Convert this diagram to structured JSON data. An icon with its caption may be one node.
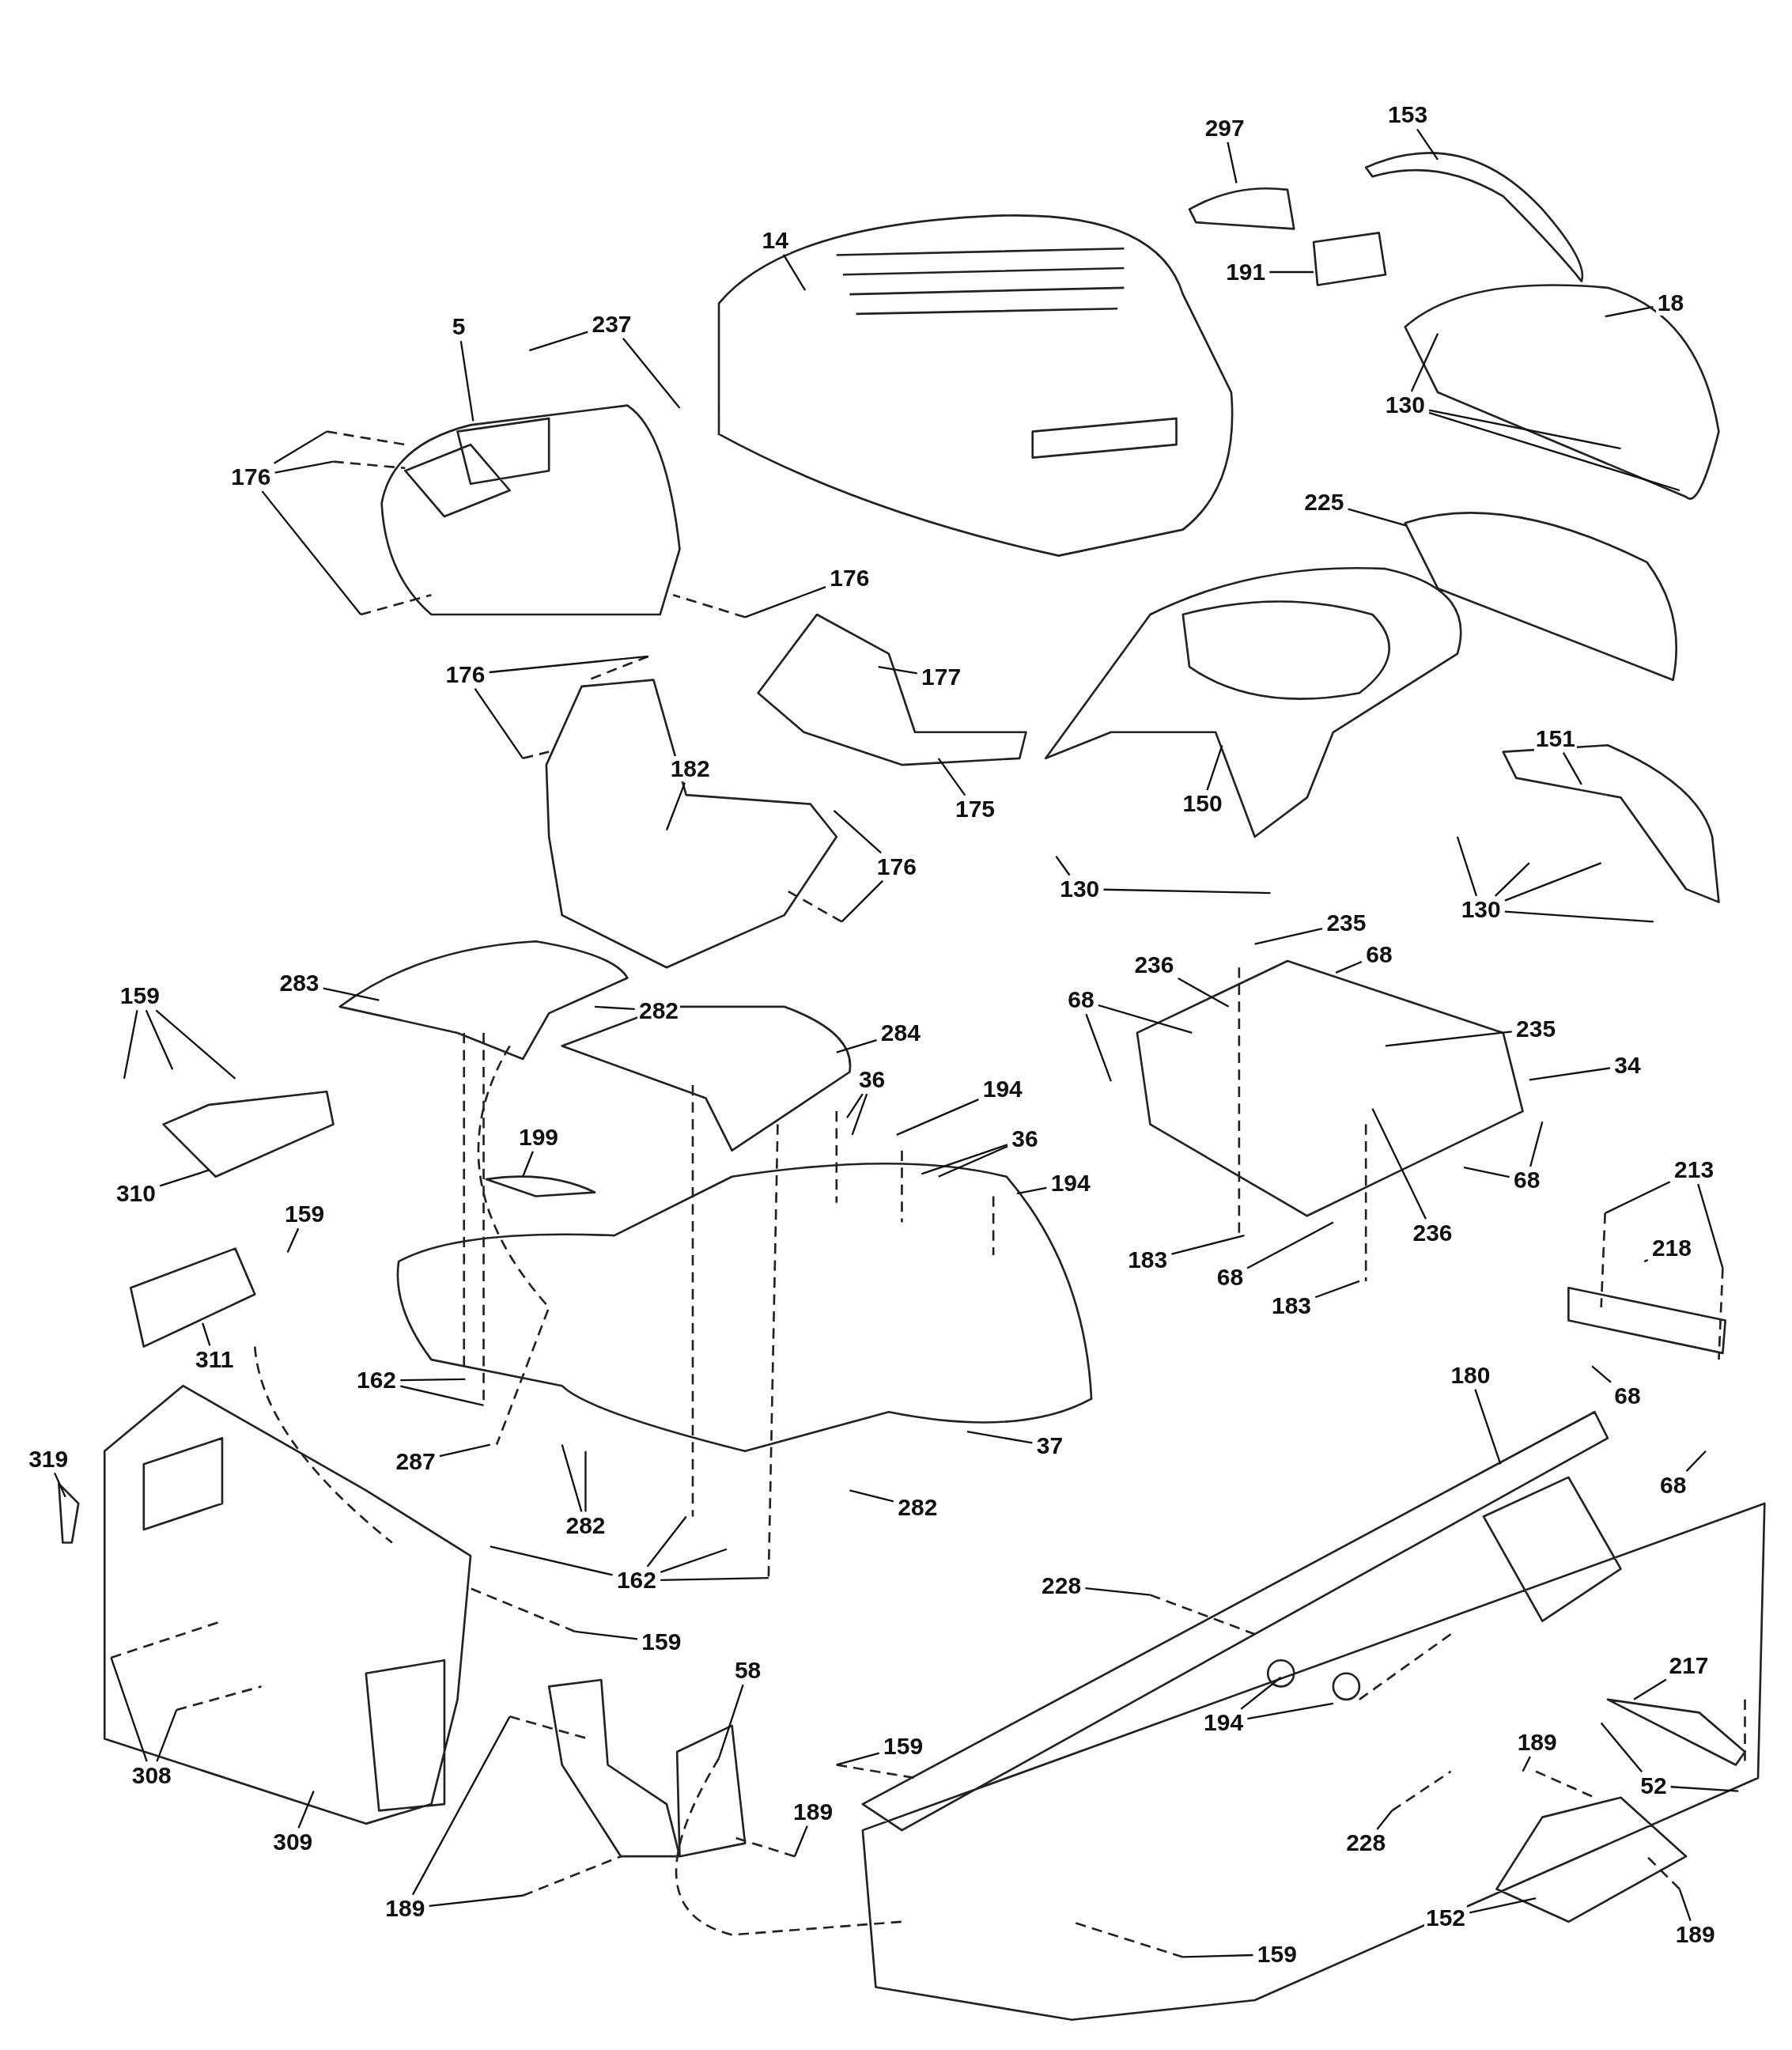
{
  "diagram": {
    "nodes": [
      {
        "text": [
          "153"
        ]
      },
      {
        "text": [
          "297"
        ]
      },
      {
        "text": [
          "14"
        ]
      },
      {
        "text": [
          "191"
        ]
      },
      {
        "text": [
          "18"
        ]
      },
      {
        "text": [
          "237"
        ]
      },
      {
        "text": [
          "5"
        ]
      },
      {
        "text": [
          "130"
        ]
      },
      {
        "text": [
          "176"
        ]
      },
      {
        "text": [
          "225"
        ]
      },
      {
        "text": [
          "176"
        ]
      },
      {
        "text": [
          "176"
        ]
      },
      {
        "text": [
          "177"
        ]
      },
      {
        "text": [
          "151"
        ]
      },
      {
        "text": [
          "182"
        ]
      },
      {
        "text": [
          "150"
        ]
      },
      {
        "text": [
          "175"
        ]
      },
      {
        "text": [
          "176"
        ]
      },
      {
        "text": [
          "130"
        ]
      },
      {
        "text": [
          "130"
        ]
      },
      {
        "text": [
          "235"
        ]
      },
      {
        "text": [
          "68"
        ]
      },
      {
        "text": [
          "236"
        ]
      },
      {
        "text": [
          "283"
        ]
      },
      {
        "text": [
          "159"
        ]
      },
      {
        "text": [
          "68"
        ]
      },
      {
        "text": [
          "282"
        ]
      },
      {
        "text": [
          "235"
        ]
      },
      {
        "text": [
          "284"
        ]
      },
      {
        "text": [
          "34"
        ]
      },
      {
        "text": [
          "36"
        ]
      },
      {
        "text": [
          "194"
        ]
      },
      {
        "text": [
          "199"
        ]
      },
      {
        "text": [
          "36"
        ]
      },
      {
        "text": [
          "213"
        ]
      },
      {
        "text": [
          "68"
        ]
      },
      {
        "text": [
          "194"
        ]
      },
      {
        "text": [
          "310"
        ]
      },
      {
        "text": [
          "159"
        ]
      },
      {
        "text": [
          "236"
        ]
      },
      {
        "text": [
          "218"
        ]
      },
      {
        "text": [
          "183"
        ]
      },
      {
        "text": [
          "68"
        ]
      },
      {
        "text": [
          "183"
        ]
      },
      {
        "text": [
          "311"
        ]
      },
      {
        "text": [
          "180"
        ]
      },
      {
        "text": [
          "162"
        ]
      },
      {
        "text": [
          "68"
        ]
      },
      {
        "text": [
          "37"
        ]
      },
      {
        "text": [
          "319"
        ]
      },
      {
        "text": [
          "287"
        ]
      },
      {
        "text": [
          "68"
        ]
      },
      {
        "text": [
          "282"
        ]
      },
      {
        "text": [
          "282"
        ]
      },
      {
        "text": [
          "162"
        ]
      },
      {
        "text": [
          "228"
        ]
      },
      {
        "text": [
          "159"
        ]
      },
      {
        "text": [
          "217"
        ]
      },
      {
        "text": [
          "58"
        ]
      },
      {
        "text": [
          "194"
        ]
      },
      {
        "text": [
          "189"
        ]
      },
      {
        "text": [
          "159"
        ]
      },
      {
        "text": [
          "308"
        ]
      },
      {
        "text": [
          "52"
        ]
      },
      {
        "text": [
          "189"
        ]
      },
      {
        "text": [
          "309"
        ]
      },
      {
        "text": [
          "228"
        ]
      },
      {
        "text": [
          "189"
        ]
      },
      {
        "text": [
          "152"
        ]
      },
      {
        "text": [
          "189"
        ]
      },
      {
        "text": [
          "159"
        ]
      }
    ],
    "edges": [
      {
        "from": 0,
        "to": null,
        "arrow": "none"
      },
      {
        "from": 1,
        "to": null,
        "arrow": "none"
      },
      {
        "from": 2,
        "to": null,
        "arrow": "none"
      },
      {
        "from": 3,
        "to": null,
        "arrow": "none"
      },
      {
        "from": 4,
        "to": null,
        "arrow": "none"
      },
      {
        "from": 5,
        "to": null,
        "arrow": "none"
      },
      {
        "from": 5,
        "to": null,
        "arrow": "none"
      },
      {
        "from": 6,
        "to": null,
        "arrow": "none"
      },
      {
        "from": 7,
        "to": null,
        "arrow": "none"
      },
      {
        "from": 7,
        "to": null,
        "arrow": "none"
      },
      {
        "from": 7,
        "to": null,
        "arrow": "none"
      },
      {
        "from": 8,
        "to": null,
        "arrow": "none"
      },
      {
        "from": 8,
        "to": null,
        "arrow": "none"
      },
      {
        "from": 8,
        "to": null,
        "arrow": "none"
      },
      {
        "from": 9,
        "to": null,
        "arrow": "none"
      },
      {
        "from": 10,
        "to": null,
        "arrow": "none"
      },
      {
        "from": 11,
        "to": null,
        "arrow": "none"
      },
      {
        "from": 11,
        "to": null,
        "arrow": "none"
      },
      {
        "from": 12,
        "to": null,
        "arrow": "none"
      },
      {
        "from": 13,
        "to": null,
        "arrow": "none"
      },
      {
        "from": 14,
        "to": null,
        "arrow": "none"
      },
      {
        "from": 15,
        "to": null,
        "arrow": "none"
      },
      {
        "from": 16,
        "to": null,
        "arrow": "none"
      },
      {
        "from": 17,
        "to": null,
        "arrow": "none"
      },
      {
        "from": 17,
        "to": null,
        "arrow": "none"
      },
      {
        "from": 18,
        "to": null,
        "arrow": "none"
      },
      {
        "from": 18,
        "to": null,
        "arrow": "none"
      },
      {
        "from": 19,
        "to": null,
        "arrow": "none"
      },
      {
        "from": 19,
        "to": null,
        "arrow": "none"
      },
      {
        "from": 19,
        "to": null,
        "arrow": "none"
      },
      {
        "from": 19,
        "to": null,
        "arrow": "none"
      },
      {
        "from": 20,
        "to": null,
        "arrow": "none"
      },
      {
        "from": 21,
        "to": null,
        "arrow": "none"
      },
      {
        "from": 22,
        "to": null,
        "arrow": "none"
      },
      {
        "from": 23,
        "to": null,
        "arrow": "none"
      },
      {
        "from": 24,
        "to": null,
        "arrow": "none"
      },
      {
        "from": 24,
        "to": null,
        "arrow": "none"
      },
      {
        "from": 24,
        "to": null,
        "arrow": "none"
      },
      {
        "from": 25,
        "to": null,
        "arrow": "none"
      },
      {
        "from": 25,
        "to": null,
        "arrow": "none"
      },
      {
        "from": 26,
        "to": null,
        "arrow": "none"
      },
      {
        "from": 27,
        "to": null,
        "arrow": "none"
      },
      {
        "from": 28,
        "to": null,
        "arrow": "none"
      },
      {
        "from": 29,
        "to": null,
        "arrow": "none"
      },
      {
        "from": 30,
        "to": null,
        "arrow": "none"
      },
      {
        "from": 30,
        "to": null,
        "arrow": "none"
      },
      {
        "from": 31,
        "to": null,
        "arrow": "none"
      },
      {
        "from": 32,
        "to": null,
        "arrow": "none"
      },
      {
        "from": 33,
        "to": null,
        "arrow": "none"
      },
      {
        "from": 33,
        "to": null,
        "arrow": "none"
      },
      {
        "from": 34,
        "to": null,
        "arrow": "none"
      },
      {
        "from": 34,
        "to": null,
        "arrow": "none"
      },
      {
        "from": 35,
        "to": null,
        "arrow": "none"
      },
      {
        "from": 35,
        "to": null,
        "arrow": "none"
      },
      {
        "from": 36,
        "to": null,
        "arrow": "none"
      },
      {
        "from": 37,
        "to": null,
        "arrow": "none"
      },
      {
        "from": 38,
        "to": null,
        "arrow": "none"
      },
      {
        "from": 39,
        "to": null,
        "arrow": "none"
      },
      {
        "from": 40,
        "to": null,
        "arrow": "none"
      },
      {
        "from": 41,
        "to": null,
        "arrow": "none"
      },
      {
        "from": 42,
        "to": null,
        "arrow": "none"
      },
      {
        "from": 43,
        "to": null,
        "arrow": "none"
      },
      {
        "from": 44,
        "to": null,
        "arrow": "none"
      },
      {
        "from": 45,
        "to": null,
        "arrow": "none"
      },
      {
        "from": 46,
        "to": null,
        "arrow": "none"
      },
      {
        "from": 46,
        "to": null,
        "arrow": "none"
      },
      {
        "from": 47,
        "to": null,
        "arrow": "none"
      },
      {
        "from": 48,
        "to": null,
        "arrow": "none"
      },
      {
        "from": 49,
        "to": null,
        "arrow": "none"
      },
      {
        "from": 50,
        "to": null,
        "arrow": "none"
      },
      {
        "from": 51,
        "to": null,
        "arrow": "none"
      },
      {
        "from": 52,
        "to": null,
        "arrow": "none"
      },
      {
        "from": 53,
        "to": null,
        "arrow": "none"
      },
      {
        "from": 53,
        "to": null,
        "arrow": "none"
      },
      {
        "from": 54,
        "to": null,
        "arrow": "none"
      },
      {
        "from": 54,
        "to": null,
        "arrow": "none"
      },
      {
        "from": 54,
        "to": null,
        "arrow": "none"
      },
      {
        "from": 54,
        "to": null,
        "arrow": "none"
      },
      {
        "from": 55,
        "to": null,
        "arrow": "none"
      },
      {
        "from": 56,
        "to": null,
        "arrow": "none"
      },
      {
        "from": 57,
        "to": null,
        "arrow": "none"
      },
      {
        "from": 58,
        "to": null,
        "arrow": "none"
      },
      {
        "from": 59,
        "to": null,
        "arrow": "none"
      },
      {
        "from": 59,
        "to": null,
        "arrow": "none"
      },
      {
        "from": 60,
        "to": null,
        "arrow": "none"
      },
      {
        "from": 61,
        "to": null,
        "arrow": "none"
      },
      {
        "from": 62,
        "to": null,
        "arrow": "none"
      },
      {
        "from": 62,
        "to": null,
        "arrow": "none"
      },
      {
        "from": 63,
        "to": null,
        "arrow": "none"
      },
      {
        "from": 63,
        "to": null,
        "arrow": "none"
      },
      {
        "from": 64,
        "to": null,
        "arrow": "none"
      },
      {
        "from": 65,
        "to": null,
        "arrow": "none"
      },
      {
        "from": 66,
        "to": null,
        "arrow": "none"
      },
      {
        "from": 67,
        "to": null,
        "arrow": "none"
      },
      {
        "from": 67,
        "to": null,
        "arrow": "none"
      },
      {
        "from": 68,
        "to": null,
        "arrow": "none"
      },
      {
        "from": 69,
        "to": null,
        "arrow": "none"
      },
      {
        "from": 70,
        "to": null,
        "arrow": "none"
      }
    ]
  }
}
